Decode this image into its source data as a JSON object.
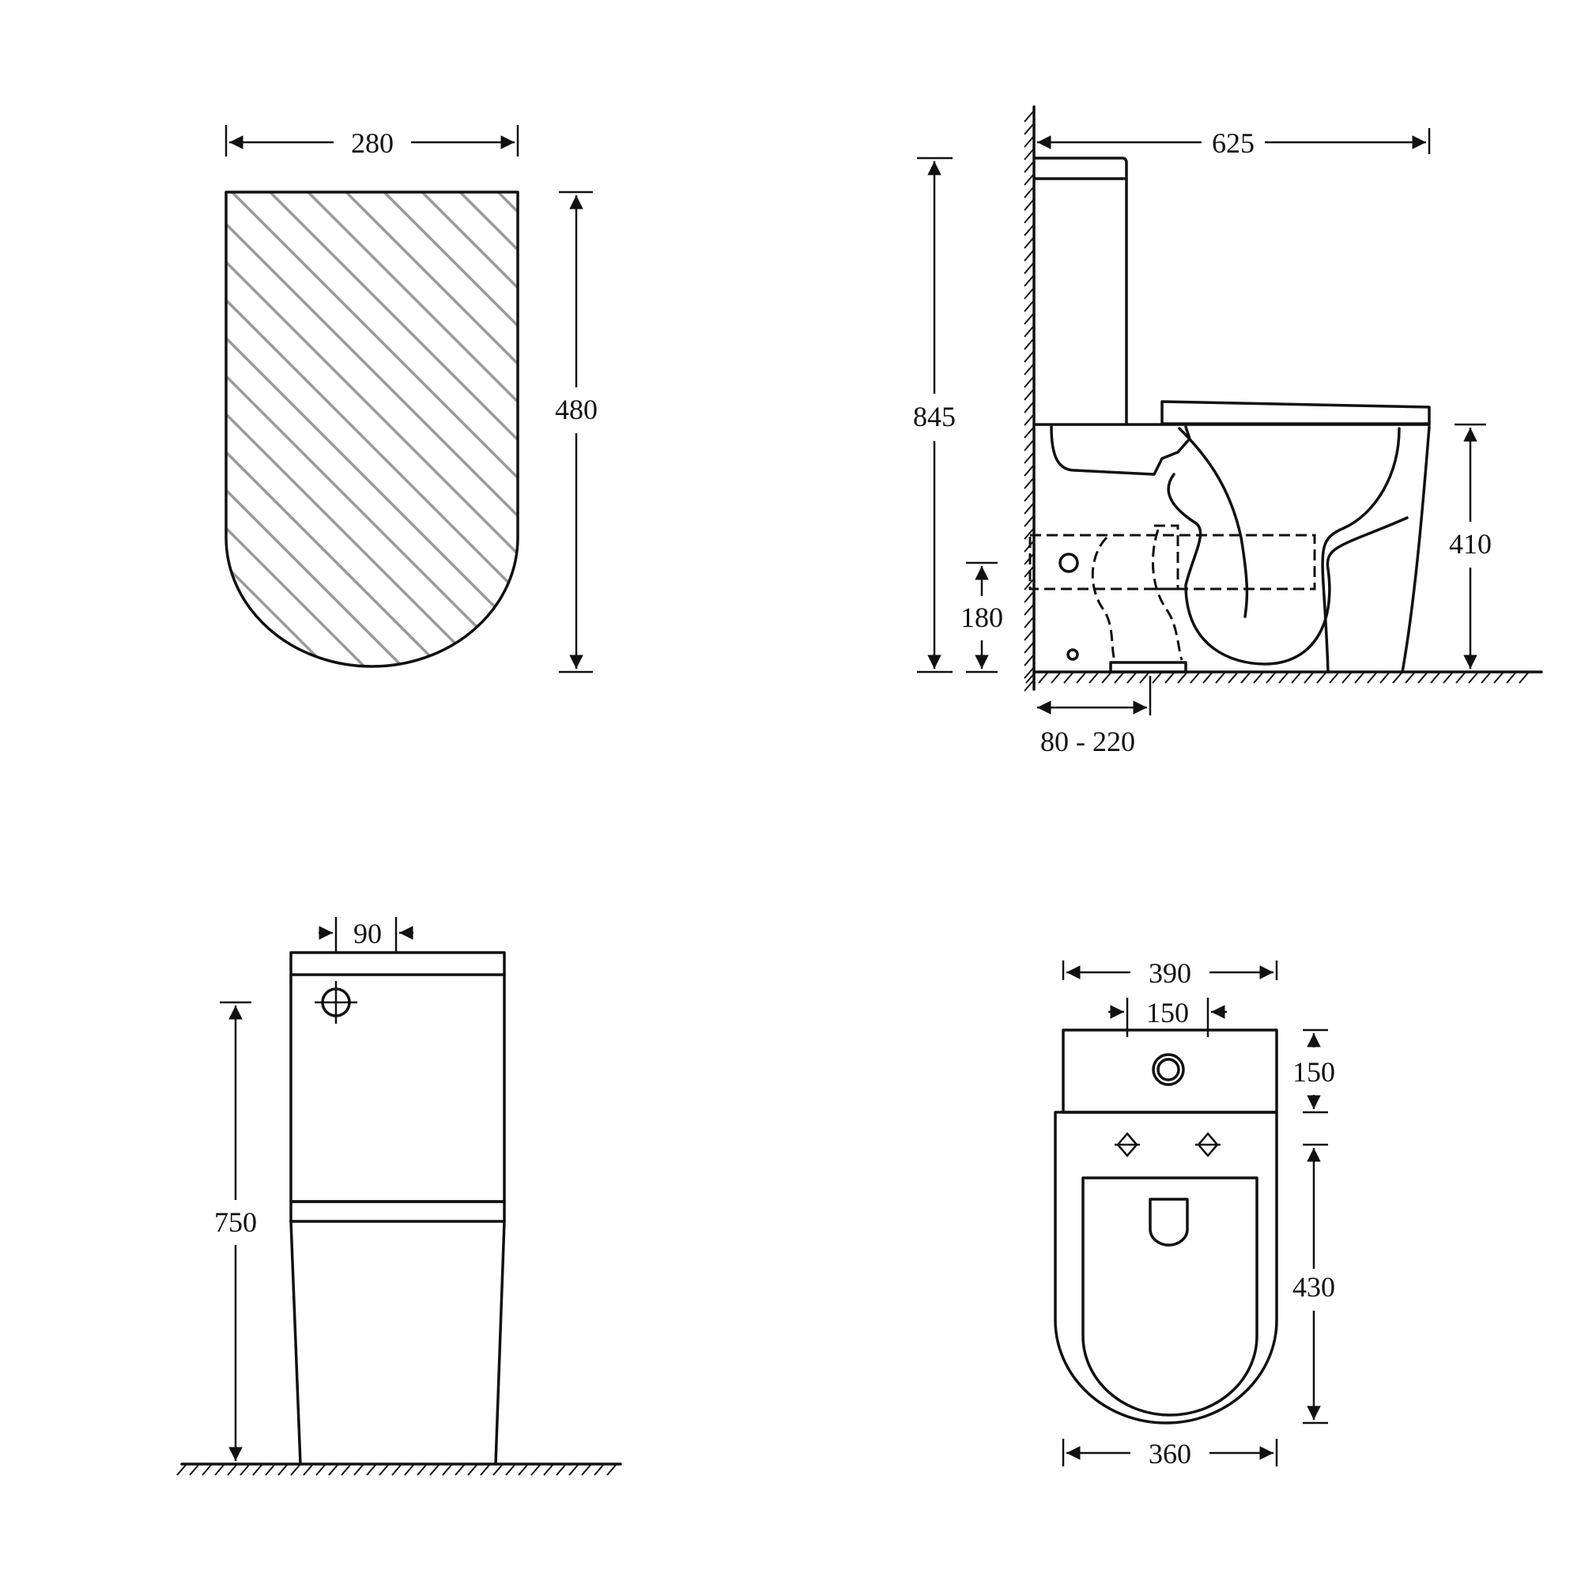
{
  "top_view": {
    "width": "280",
    "height": "480"
  },
  "side_view": {
    "depth": "625",
    "total_height": "845",
    "seat_height": "410",
    "outlet_height": "180",
    "setout": "80 - 220"
  },
  "front_view": {
    "inlet_offset": "90",
    "height": "750"
  },
  "plan_view": {
    "cistern_width": "390",
    "fixing_spacing": "150",
    "cistern_depth": "150",
    "bowl_length": "430",
    "bowl_width": "360"
  }
}
